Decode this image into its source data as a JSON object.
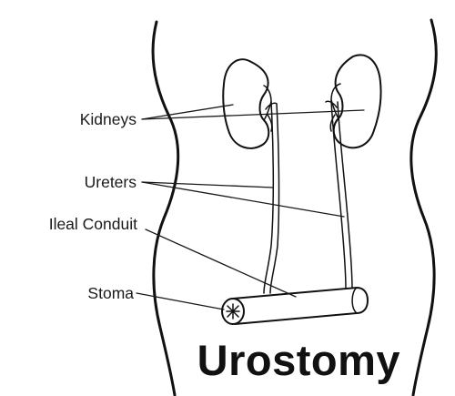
{
  "title": "Urostomy",
  "labels": {
    "kidneys": "Kidneys",
    "ureters": "Ureters",
    "ileal_conduit": "Ileal Conduit",
    "stoma": "Stoma"
  }
}
